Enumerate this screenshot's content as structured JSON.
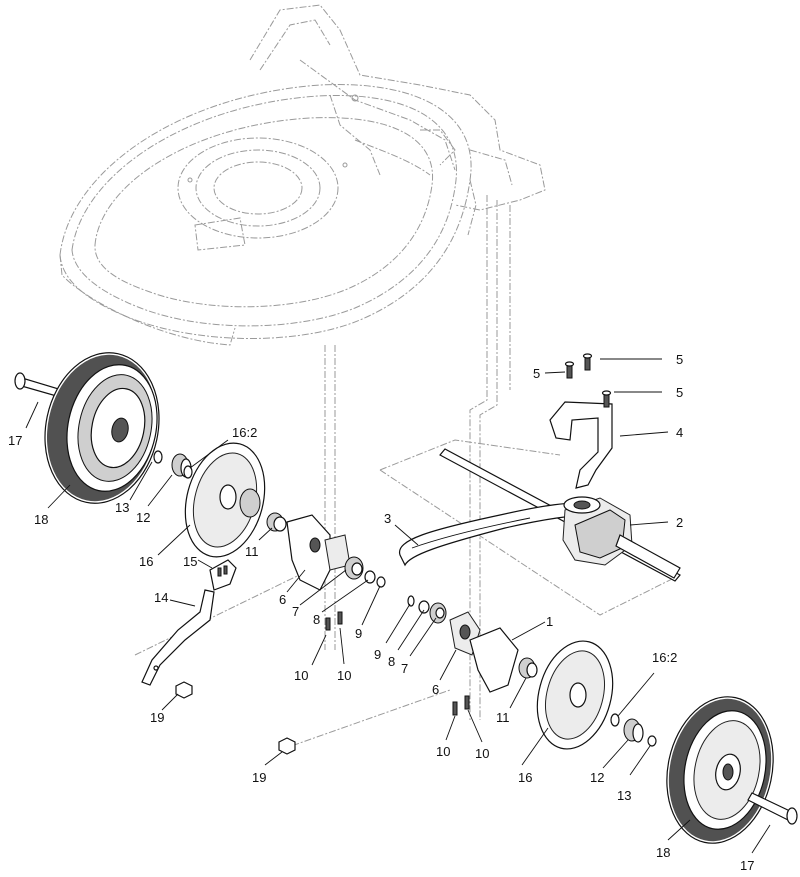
{
  "callouts": [
    {
      "id": "c-17-left",
      "text": "17"
    },
    {
      "id": "c-18-left",
      "text": "18"
    },
    {
      "id": "c-13-left",
      "text": "13"
    },
    {
      "id": "c-12-left",
      "text": "12"
    },
    {
      "id": "c-16-2-left",
      "text": "16:2"
    },
    {
      "id": "c-16-left",
      "text": "16"
    },
    {
      "id": "c-11-left",
      "text": "11"
    },
    {
      "id": "c-15",
      "text": "15"
    },
    {
      "id": "c-14",
      "text": "14"
    },
    {
      "id": "c-6-left",
      "text": "6"
    },
    {
      "id": "c-7-left",
      "text": "7"
    },
    {
      "id": "c-8-left",
      "text": "8"
    },
    {
      "id": "c-9-left",
      "text": "9"
    },
    {
      "id": "c-10-a",
      "text": "10"
    },
    {
      "id": "c-10-b",
      "text": "10"
    },
    {
      "id": "c-19-left",
      "text": "19"
    },
    {
      "id": "c-5-a",
      "text": "5"
    },
    {
      "id": "c-5-b",
      "text": "5"
    },
    {
      "id": "c-5-c",
      "text": "5"
    },
    {
      "id": "c-4",
      "text": "4"
    },
    {
      "id": "c-3",
      "text": "3"
    },
    {
      "id": "c-2",
      "text": "2"
    },
    {
      "id": "c-1",
      "text": "1"
    },
    {
      "id": "c-9-right",
      "text": "9"
    },
    {
      "id": "c-8-right",
      "text": "8"
    },
    {
      "id": "c-7-right",
      "text": "7"
    },
    {
      "id": "c-6-right",
      "text": "6"
    },
    {
      "id": "c-10-c",
      "text": "10"
    },
    {
      "id": "c-10-d",
      "text": "10"
    },
    {
      "id": "c-11-right",
      "text": "11"
    },
    {
      "id": "c-19-right",
      "text": "19"
    },
    {
      "id": "c-16-right",
      "text": "16"
    },
    {
      "id": "c-16-2-right",
      "text": "16:2"
    },
    {
      "id": "c-12-right",
      "text": "12"
    },
    {
      "id": "c-13-right",
      "text": "13"
    },
    {
      "id": "c-18-right",
      "text": "18"
    },
    {
      "id": "c-17-right",
      "text": "17"
    }
  ]
}
